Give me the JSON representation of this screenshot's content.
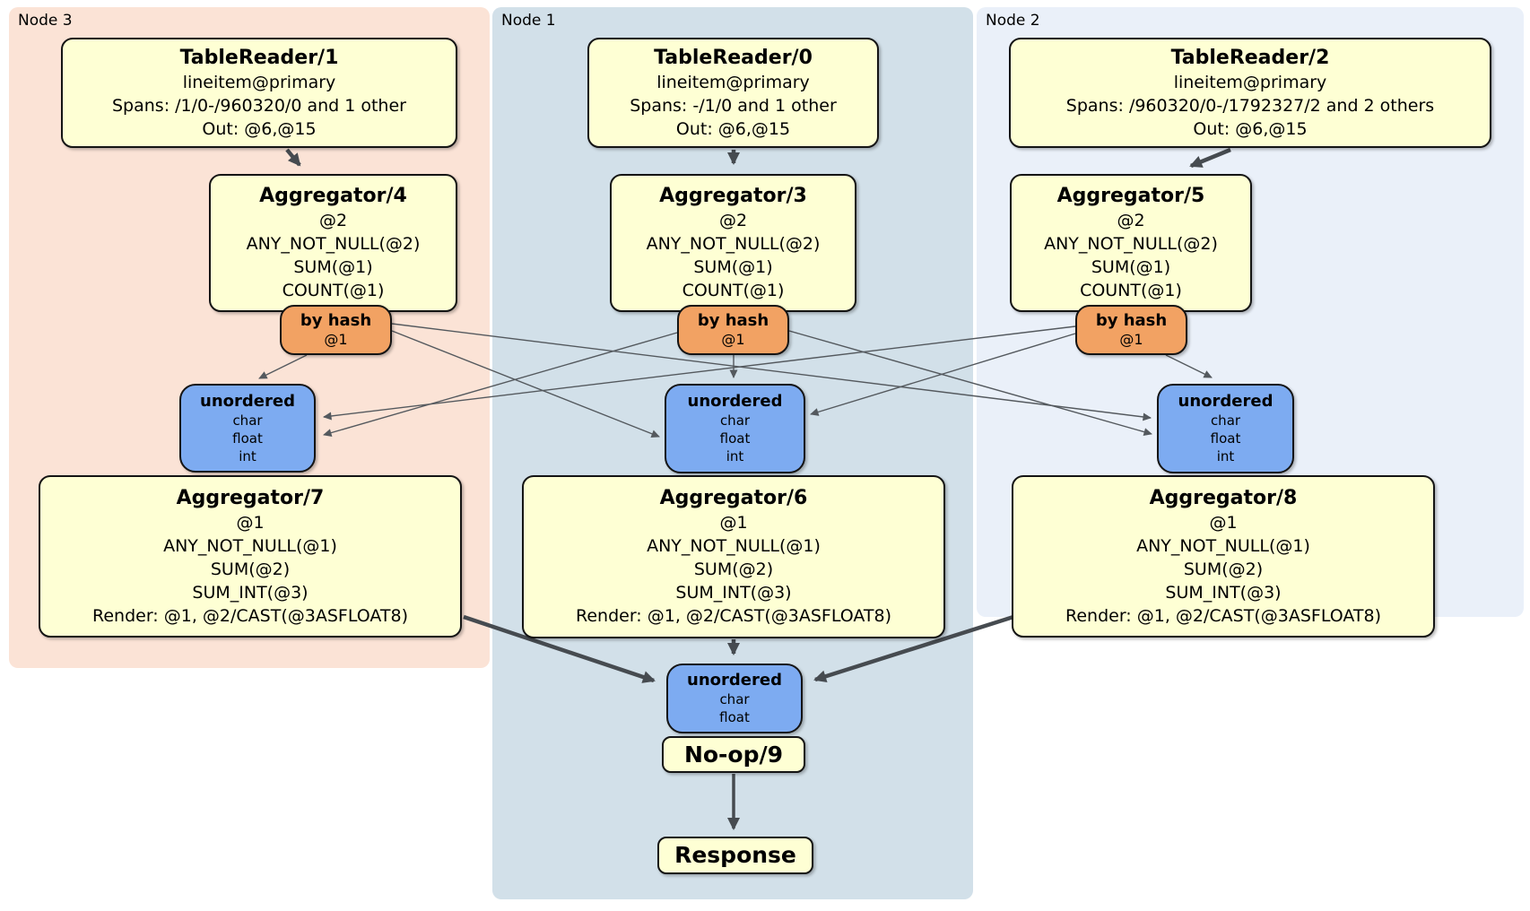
{
  "regions": {
    "node3": {
      "label": "Node 3"
    },
    "node1": {
      "label": "Node 1"
    },
    "node2": {
      "label": "Node 2"
    }
  },
  "processors": {
    "tr1": {
      "title": "TableReader/1",
      "lines": [
        "lineitem@primary",
        "Spans: /1/0-/960320/0 and 1 other",
        "Out: @6,@15"
      ]
    },
    "tr0": {
      "title": "TableReader/0",
      "lines": [
        "lineitem@primary",
        "Spans: -/1/0 and 1 other",
        "Out: @6,@15"
      ]
    },
    "tr2": {
      "title": "TableReader/2",
      "lines": [
        "lineitem@primary",
        "Spans: /960320/0-/1792327/2 and 2 others",
        "Out: @6,@15"
      ]
    },
    "agg4": {
      "title": "Aggregator/4",
      "lines": [
        "@2",
        "ANY_NOT_NULL(@2)",
        "SUM(@1)",
        "COUNT(@1)"
      ]
    },
    "agg3": {
      "title": "Aggregator/3",
      "lines": [
        "@2",
        "ANY_NOT_NULL(@2)",
        "SUM(@1)",
        "COUNT(@1)"
      ]
    },
    "agg5": {
      "title": "Aggregator/5",
      "lines": [
        "@2",
        "ANY_NOT_NULL(@2)",
        "SUM(@1)",
        "COUNT(@1)"
      ]
    },
    "agg7": {
      "title": "Aggregator/7",
      "lines": [
        "@1",
        "ANY_NOT_NULL(@1)",
        "SUM(@2)",
        "SUM_INT(@3)",
        "Render: @1, @2/CAST(@3ASFLOAT8)"
      ]
    },
    "agg6": {
      "title": "Aggregator/6",
      "lines": [
        "@1",
        "ANY_NOT_NULL(@1)",
        "SUM(@2)",
        "SUM_INT(@3)",
        "Render: @1, @2/CAST(@3ASFLOAT8)"
      ]
    },
    "agg8": {
      "title": "Aggregator/8",
      "lines": [
        "@1",
        "ANY_NOT_NULL(@1)",
        "SUM(@2)",
        "SUM_INT(@3)",
        "Render: @1, @2/CAST(@3ASFLOAT8)"
      ]
    },
    "noop9": {
      "title": "No-op/9"
    },
    "response": {
      "title": "Response"
    }
  },
  "routers": {
    "hash_node3": {
      "title": "by hash",
      "key": "@1"
    },
    "hash_node1": {
      "title": "by hash",
      "key": "@1"
    },
    "hash_node2": {
      "title": "by hash",
      "key": "@1"
    }
  },
  "syncs": {
    "unordered_node3": {
      "title": "unordered",
      "columns": [
        "char",
        "float",
        "int"
      ]
    },
    "unordered_node1": {
      "title": "unordered",
      "columns": [
        "char",
        "float",
        "int"
      ]
    },
    "unordered_node2": {
      "title": "unordered",
      "columns": [
        "char",
        "float",
        "int"
      ]
    },
    "unordered_final": {
      "title": "unordered",
      "columns": [
        "char",
        "float"
      ]
    }
  },
  "colors": {
    "node3_background": "#fbe3d6",
    "node1_background": "#d2e0e9",
    "node2_background": "#eaf0f9",
    "processor_fill": "#feffd4",
    "router_fill": "#f2a263",
    "sync_fill": "#7dabf1",
    "edge": "#464b50",
    "border": "#141414"
  }
}
